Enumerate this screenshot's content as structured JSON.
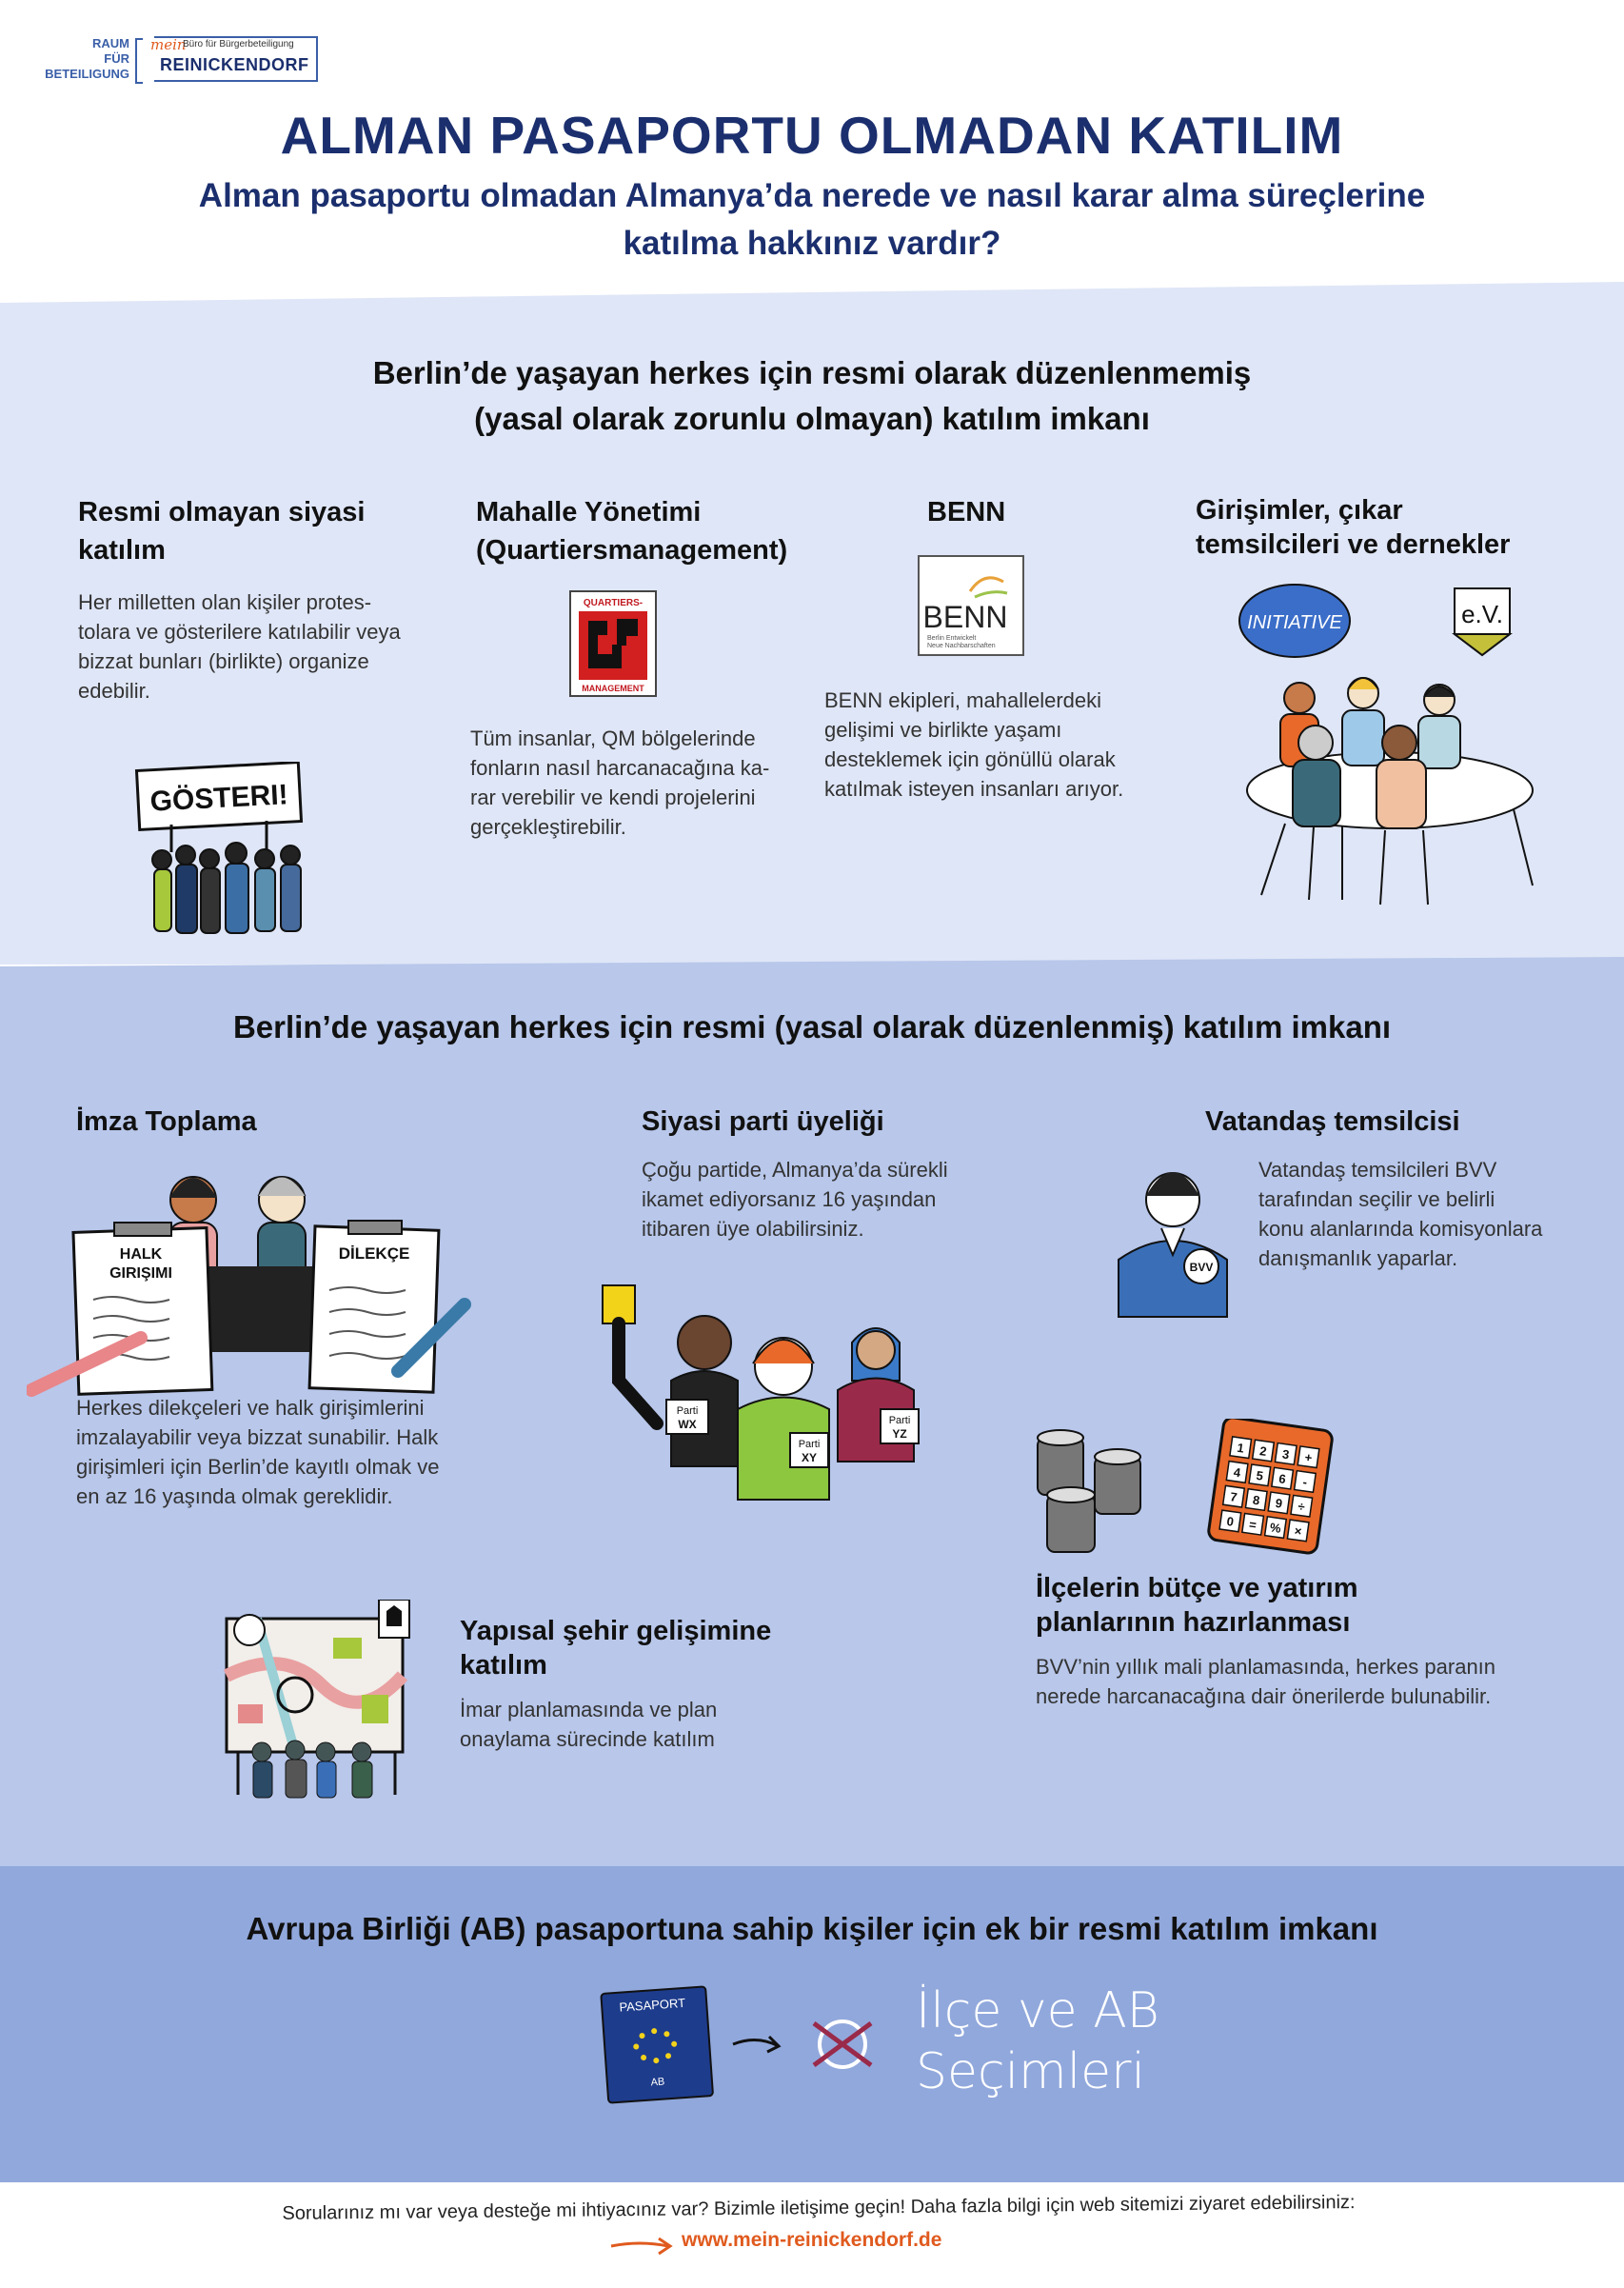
{
  "logo": {
    "left_lines": [
      "RAUM",
      "FÜR",
      "BETEILIGUNG"
    ],
    "script_word": "mein",
    "small_text": "Büro für Bürgerbeteiligung",
    "brand": "REINICKENDORF"
  },
  "header": {
    "title": "ALMAN PASAPORTU OLMADAN KATILIM",
    "subtitle_line1": "Alman pasaportu olmadan Almanya’da nerede ve nasıl karar alma süreçlerine",
    "subtitle_line2": "katılma hakkınız vardır?"
  },
  "section1": {
    "heading_line1": "Berlin’de yaşayan herkes için resmi olarak düzenlenmemiş",
    "heading_line2": "(yasal olarak zorunlu olmayan) katılım imkanı",
    "items": [
      {
        "title_line1": "Resmi olmayan siyasi",
        "title_line2": "katılım",
        "body": [
          "Her milletten olan kişiler protes-",
          "tolara ve gösterilere katılabilir veya",
          "bizzat bunları (birlikte) organize",
          "edebilir."
        ],
        "sign_text": "GÖSTERI!"
      },
      {
        "title_line1": "Mahalle Yönetimi",
        "title_line2": "(Quartiersmanagement)",
        "logo_top": "QUARTIERS-",
        "logo_bottom": "MANAGEMENT",
        "body": [
          "Tüm insanlar, QM bölgelerinde",
          "fonların nasıl harcanacağına ka-",
          "rar verebilir ve kendi projelerini",
          "gerçekleştirebilir."
        ]
      },
      {
        "title_line1": "BENN",
        "logo_word": "BENN",
        "logo_sub1": "Berlin Entwickelt",
        "logo_sub2": "Neue Nachbarschaften",
        "body": [
          "BENN ekipleri, mahallelerdeki",
          "gelişimi ve birlikte yaşamı",
          "desteklemek için gönüllü olarak",
          "katılmak isteyen insanları arıyor."
        ]
      },
      {
        "title_line1": "Girişimler, çıkar",
        "title_line2": "temsilcileri ve dernekler",
        "bubble1": "INITIATIVE",
        "bubble2": "e.V."
      }
    ]
  },
  "section2": {
    "heading": "Berlin’de yaşayan herkes için resmi (yasal olarak düzenlenmiş) katılım imkanı",
    "items": [
      {
        "title": "İmza Toplama",
        "board1_line1": "HALK",
        "board1_line2": "GIRIŞIMI",
        "board2": "DİLEKÇE",
        "body": [
          "Herkes dilekçeleri ve halk girişimlerini",
          "imzalayabilir veya bizzat sunabilir. Halk",
          "girişimleri için Berlin’de kayıtlı olmak ve",
          "en az 16 yaşında olmak gereklidir."
        ]
      },
      {
        "title": "Siyasi parti üyeliği",
        "body": [
          "Çoğu partide, Almanya’da sürekli",
          "ikamet ediyorsanız 16 yaşından",
          "itibaren üye olabilirsiniz."
        ],
        "badge_word": "Parti",
        "badges": [
          "WX",
          "XY",
          "YZ"
        ]
      },
      {
        "title": "Vatandaş temsilcisi",
        "body": [
          "Vatandaş temsilcileri BVV",
          "tarafından seçilir ve belirli",
          "konu alanlarında komisyonlara",
          "danışmanlık yaparlar."
        ],
        "badge": "BVV"
      },
      {
        "title_line1": "Yapısal şehir gelişimine",
        "title_line2": "katılım",
        "body": [
          "İmar planlamasında ve plan",
          "onaylama sürecinde katılım"
        ]
      },
      {
        "title_line1": "İlçelerin bütçe ve yatırım",
        "title_line2": "planlarının hazırlanması",
        "body": [
          "BVV’nin yıllık mali planlamasında, herkes paranın",
          "nerede harcanacağına dair önerilerde bulunabilir."
        ],
        "calc_keys": [
          "1",
          "2",
          "3",
          "+",
          "4",
          "5",
          "6",
          "-",
          "7",
          "8",
          "9",
          "÷",
          "0",
          "=",
          "%",
          "×"
        ]
      }
    ]
  },
  "section3": {
    "heading": "Avrupa Birliği (AB) pasaportuna sahip kişiler için ek bir resmi katılım imkanı",
    "passport_top": "PASAPORT",
    "passport_bottom": "AB",
    "handwritten_line1": "İlçe ve AB",
    "handwritten_line2": "Seçimleri"
  },
  "footer": {
    "text": "Sorularınız mı var veya desteğe mi ihtiyacınız var? Bizimle iletişime geçin! Daha fazla bilgi için web sitemizi ziyaret edebilirsiniz:",
    "url": "www.mein-reinickendorf.de"
  },
  "colors": {
    "navy": "#1b2f6e",
    "band1": "#dfe6f7",
    "band2": "#b8c7ea",
    "band3": "#91a8dc",
    "accent_orange": "#e05a1e"
  }
}
